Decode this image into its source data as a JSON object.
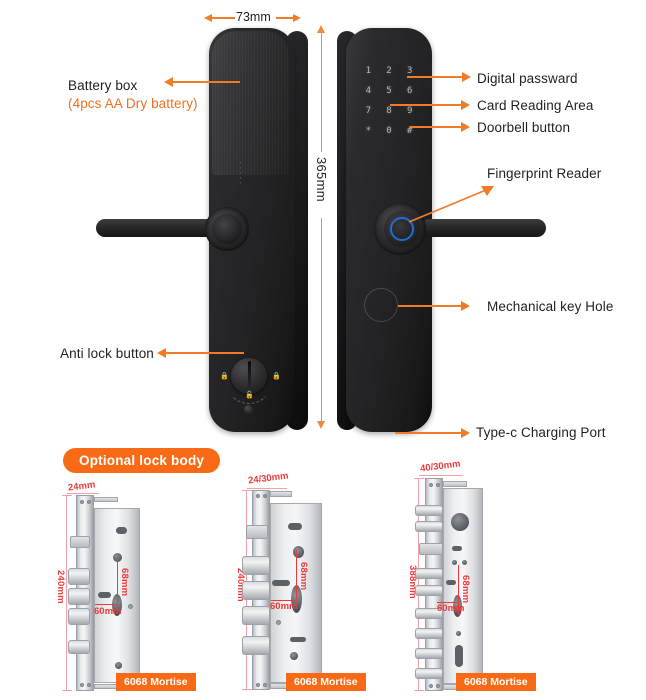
{
  "dimensions": {
    "width_top": "73mm",
    "height_side": "365mm"
  },
  "callouts": {
    "battery_box": "Battery box",
    "battery_sub": "(4pcs AA Dry battery)",
    "anti_lock": "Anti lock button",
    "digital_password": "Digital passward",
    "card_reading": "Card Reading Area",
    "doorbell": "Doorbell button",
    "fingerprint": "Fingerprint Reader",
    "key_hole": "Mechanical key Hole",
    "type_c": "Type-c Charging Port"
  },
  "keypad": {
    "keys": [
      "1",
      "2",
      "3",
      "4",
      "5",
      "6",
      "7",
      "8",
      "9",
      "*",
      "0",
      "#"
    ]
  },
  "optional": {
    "banner": "Optional lock body",
    "bodies": [
      {
        "width": "24mm",
        "height": "240mm",
        "pitch_v": "68mm",
        "pitch_h": "60mm",
        "tag": "6068 Mortise"
      },
      {
        "width": "24/30mm",
        "height": "240mm",
        "pitch_v": "68mm",
        "pitch_h": "60mm",
        "tag": "6068 Mortise"
      },
      {
        "width": "40/30mm",
        "height": "388mm",
        "pitch_v": "68mm",
        "pitch_h": "60mm",
        "tag": "6068 Mortise"
      }
    ]
  },
  "colors": {
    "accent_orange": "#f96a16",
    "leader_orange": "#f07c28",
    "dim_red": "#ef3a3a",
    "fingerprint_blue": "#1b6fd6",
    "text_dark": "#231f20"
  }
}
